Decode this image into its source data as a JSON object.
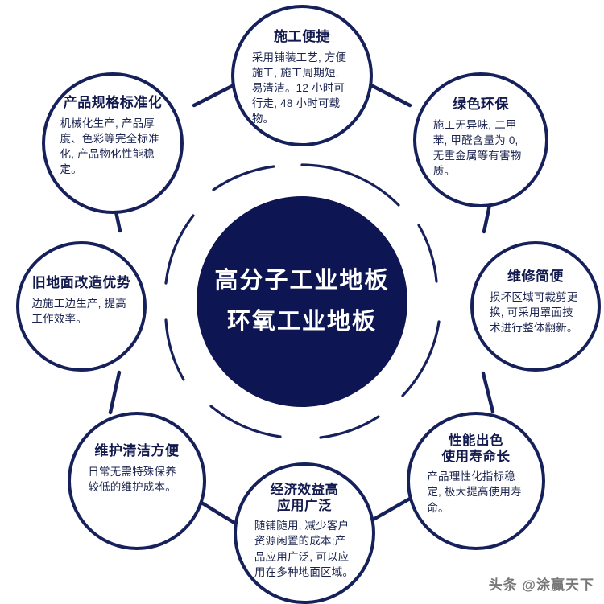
{
  "hub": {
    "line1": "高分子工业地板",
    "line2": "环氧工业地板",
    "fill_color": "#0d1552",
    "text_color": "#ffffff"
  },
  "style": {
    "stroke_color": "#16205a",
    "title_color": "#121a4e",
    "body_color": "#1b2450",
    "background": "#ffffff"
  },
  "bubbles": [
    {
      "id": "construction-convenient",
      "title": "施工便捷",
      "body": "采用铺装工艺, 方便施工, 施工周期短, 易清洁。12 小时可行走, 48 小时可载物。"
    },
    {
      "id": "green-environmental",
      "title": "绿色环保",
      "body": "施工无异味, 二甲苯, 甲醛含量为 0, 无重金属等有害物质。"
    },
    {
      "id": "repair-simple",
      "title": "维修简便",
      "body": "损坏区域可裁剪更换, 可采用罩面技术进行整体翻新。"
    },
    {
      "id": "performance-lifespan",
      "title": "性能出色\n使用寿命长",
      "body": "产品理性化指标稳定, 极大提高使用寿命。"
    },
    {
      "id": "economic-wide-application",
      "title": "经济效益高\n应用广泛",
      "body": "随铺随用, 减少客户资源闲置的成本;产品应用广泛, 可以应用在多种地面区域。"
    },
    {
      "id": "maintenance-cleaning",
      "title": "维护清洁方便",
      "body": "日常无需特殊保养较低的维护成本。"
    },
    {
      "id": "old-floor-renovation",
      "title": "旧地面改造优势",
      "body": "边施工边生产, 提高工作效率。"
    },
    {
      "id": "product-standardization",
      "title": "产品规格标准化",
      "body": "机械化生产, 产品厚度、色彩等完全标准化, 产品物化性能稳定。"
    }
  ],
  "watermark": {
    "text": "头条 @涂赢天下"
  }
}
